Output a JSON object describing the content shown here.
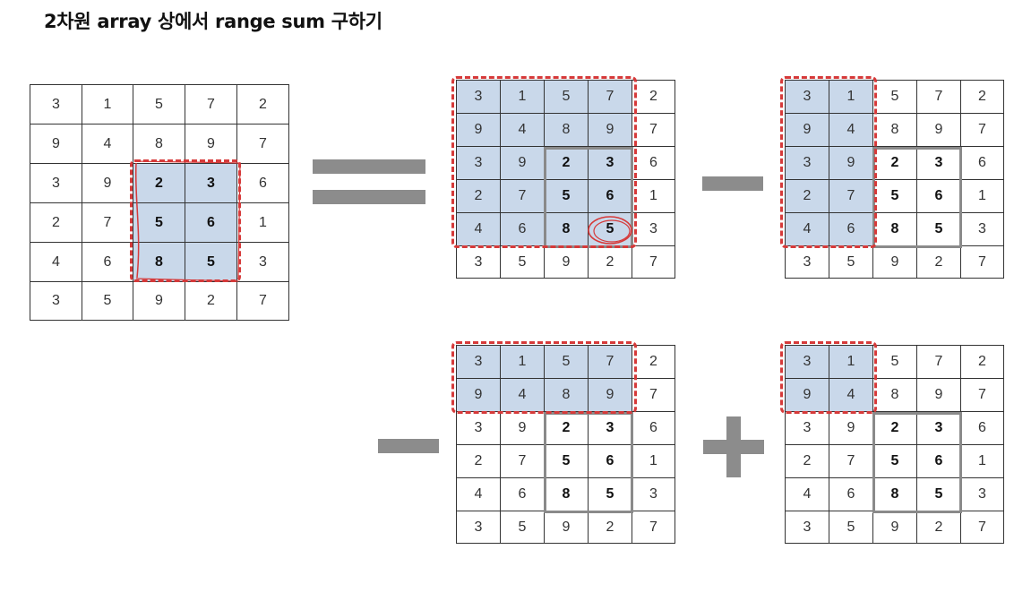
{
  "title": "2차원 array 상에서 range sum 구하기",
  "matrix": [
    [
      "3",
      "1",
      "5",
      "7",
      "2"
    ],
    [
      "9",
      "4",
      "8",
      "9",
      "7"
    ],
    [
      "3",
      "9",
      "2",
      "3",
      "6"
    ],
    [
      "2",
      "7",
      "5",
      "6",
      "1"
    ],
    [
      "4",
      "6",
      "8",
      "5",
      "3"
    ],
    [
      "3",
      "5",
      "9",
      "2",
      "7"
    ]
  ],
  "operators": {
    "equals": "=",
    "minus": "−",
    "plus": "+"
  },
  "colors": {
    "highlight_fill": "#c9d8ea",
    "dashed_red": "#d63a3a",
    "operator_gray": "#8c8c8c"
  }
}
